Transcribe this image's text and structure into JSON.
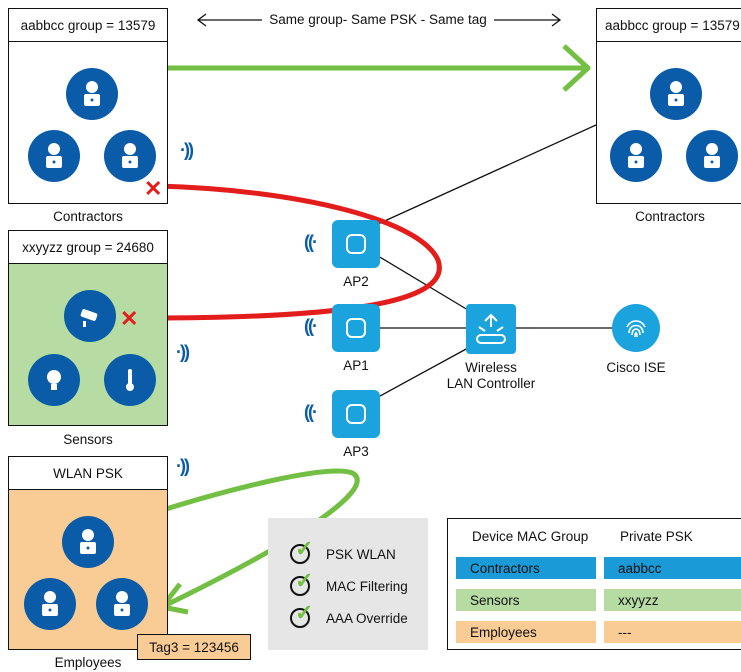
{
  "colors": {
    "contractors": "#1a9bd7",
    "sensors": "#b6dca4",
    "employees": "#f9cc95",
    "ap": "#1aa3dc",
    "device": "#0b5ca8",
    "green_arrow": "#72bf44",
    "red_arrow": "#e31c1c"
  },
  "top_banner": "Same group- Same PSK - Same tag",
  "groups": {
    "contractors_left": {
      "label": "aabbcc group = 13579",
      "caption": "Contractors",
      "icons": [
        "user-laptop-icon",
        "user-laptop-icon",
        "user-laptop-icon"
      ]
    },
    "contractors_right": {
      "label": "aabbcc group = 13579",
      "caption": "Contractors",
      "icons": [
        "user-laptop-icon",
        "user-laptop-icon",
        "user-laptop-icon"
      ]
    },
    "sensors": {
      "label": "xxyyzz group = 24680",
      "caption": "Sensors",
      "icons": [
        "camera-icon",
        "lightbulb-icon",
        "thermometer-icon"
      ]
    },
    "employees": {
      "label": "WLAN PSK",
      "caption": "Employees",
      "icons": [
        "user-laptop-icon",
        "user-laptop-icon",
        "user-laptop-icon"
      ]
    }
  },
  "aps": [
    {
      "name": "AP2"
    },
    {
      "name": "AP1"
    },
    {
      "name": "AP3"
    }
  ],
  "controller": {
    "line1": "Wireless",
    "line2": "LAN Controller"
  },
  "ise": {
    "label": "Cisco ISE"
  },
  "checklist": [
    "PSK WLAN",
    "MAC Filtering",
    "AAA Override"
  ],
  "table": {
    "headers": [
      "Device MAC Group",
      "Private PSK"
    ],
    "rows": [
      {
        "group": "Contractors",
        "psk": "aabbcc",
        "color": "#1a9bd7"
      },
      {
        "group": "Sensors",
        "psk": "xxyyzz",
        "color": "#b6dca4"
      },
      {
        "group": "Employees",
        "psk": "---",
        "color": "#f9cc95"
      }
    ]
  },
  "tag": "Tag3 = 123456",
  "blocked_marker": "✕"
}
